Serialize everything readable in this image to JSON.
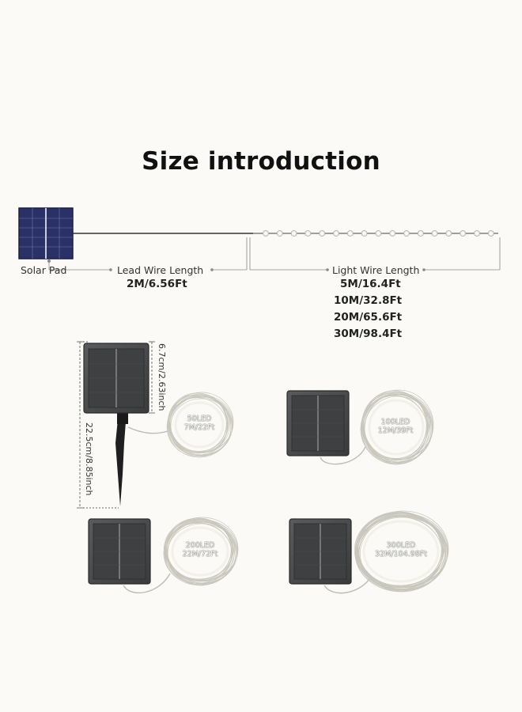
{
  "header": {
    "title": "Size introduction"
  },
  "diagram": {
    "solar_pad_label": "Solar Pad",
    "lead_wire_label": "Lead Wire Length",
    "lead_wire_value": "2M/6.56Ft",
    "light_wire_label": "Light Wire Length",
    "light_wire_values": [
      "5M/16.4Ft",
      "10M/32.8Ft",
      "20M/65.6Ft",
      "30M/98.4Ft"
    ]
  },
  "dimensions": {
    "panel_height": "6.7cm/2.63inch",
    "total_height": "22.5cm/8.85inch"
  },
  "products": [
    {
      "led": "50LED",
      "length": "7M/22Ft"
    },
    {
      "led": "100LED",
      "length": "12M/39Ft"
    },
    {
      "led": "200LED",
      "length": "22M/72Ft"
    },
    {
      "led": "300LED",
      "length": "32M/104.98Ft"
    }
  ],
  "colors": {
    "background": "#fbfaf6",
    "solar_blue": "#2a3166",
    "panel_dark": "#4a4b4d",
    "wire": "#333333"
  }
}
